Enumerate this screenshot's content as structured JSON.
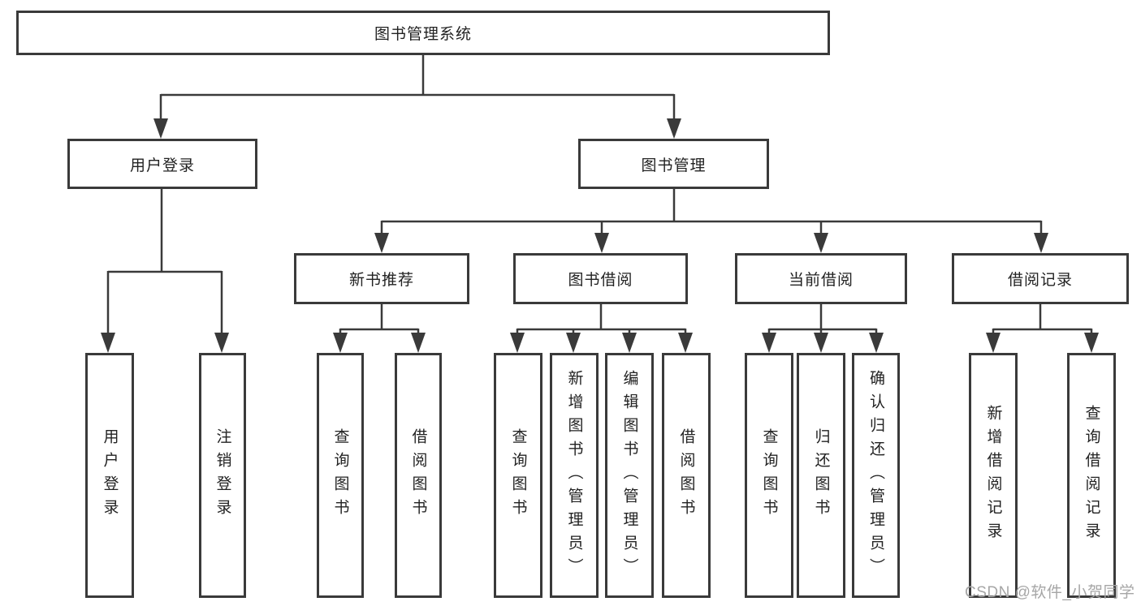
{
  "diagram": {
    "root": {
      "label": "图书管理系统"
    },
    "level2": [
      {
        "label": "用户登录"
      },
      {
        "label": "图书管理"
      }
    ],
    "level3": [
      {
        "label": "新书推荐"
      },
      {
        "label": "图书借阅"
      },
      {
        "label": "当前借阅"
      },
      {
        "label": "借阅记录"
      }
    ],
    "leaves": [
      {
        "label": "用户登录"
      },
      {
        "label": "注销登录"
      },
      {
        "label": "查询图书"
      },
      {
        "label": "借阅图书"
      },
      {
        "label": "查询图书"
      },
      {
        "label": "新增图书（管理员）"
      },
      {
        "label": "编辑图书（管理员）"
      },
      {
        "label": "借阅图书"
      },
      {
        "label": "查询图书"
      },
      {
        "label": "归还图书"
      },
      {
        "label": "确认归还（管理员）"
      },
      {
        "label": "新增借阅记录"
      },
      {
        "label": "查询借阅记录"
      }
    ]
  },
  "watermark": {
    "text": "CSDN @软件_小贺同学"
  },
  "colors": {
    "line": "#3a3a3a",
    "box_border": "#3a3a3a",
    "text": "#222222",
    "watermark": "#a6a6a6",
    "background": "#ffffff"
  }
}
